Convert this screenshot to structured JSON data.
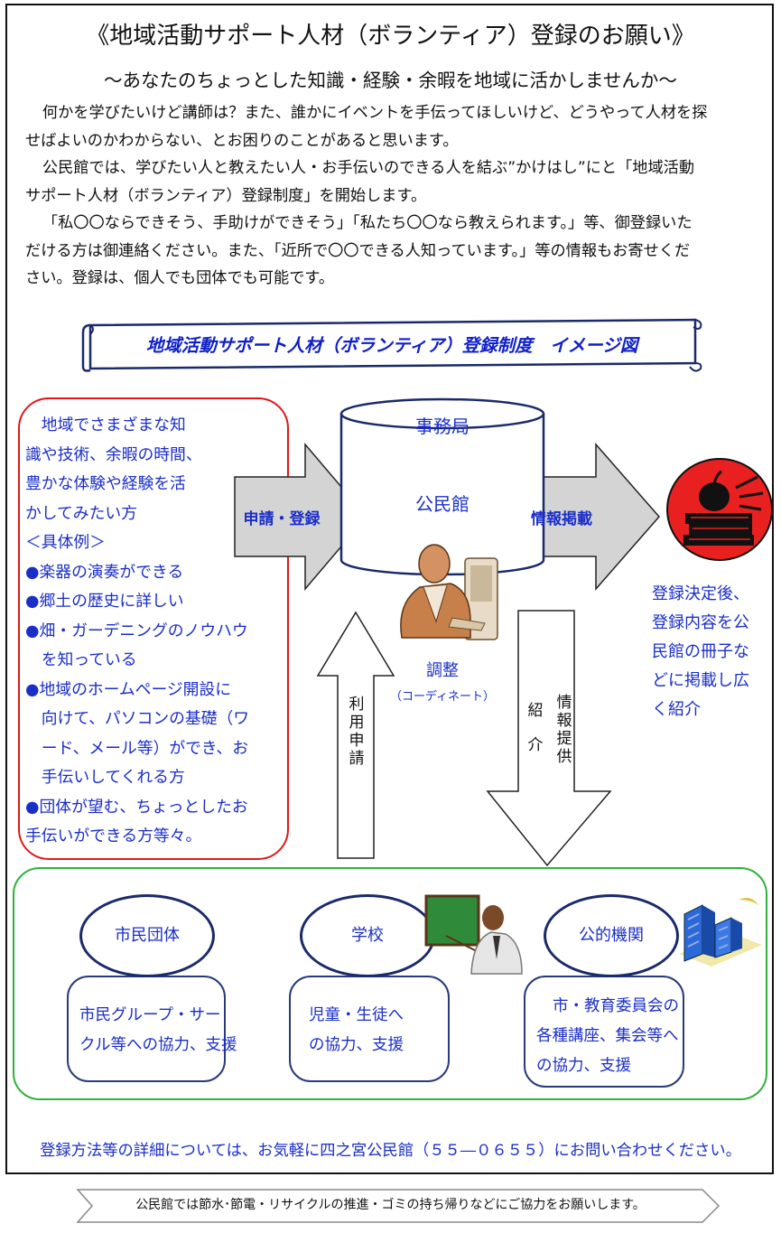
{
  "header": {
    "title": "《地域活動サポート人材（ボランティア）登録のお願い》",
    "subtitle": "～あなたのちょっとした知識・経験・余暇を地域に活かしませんか～"
  },
  "intro": {
    "lines": [
      "何かを学びたいけど講師は？また、誰かにイベントを手伝ってほしいけど、どうやって人材を探",
      "せばよいのかわからない、とお困りのことがあると思います。",
      "公民館では、学びたい人と教えたい人・お手伝いのできる人を結ぶ”かけはし”にと「地域活動",
      "サポート人材（ボランティア）登録制度」を開始します。",
      "「私〇〇ならできそう、手助けができそう」「私たち〇〇なら教えられます。」等、御登録いた",
      "だける方は御連絡ください。また、「近所で〇〇できる人知っています。」等の情報もお寄せくだ",
      "さい。登録は、個人でも団体でも可能です。"
    ]
  },
  "banner": {
    "text": "地域活動サポート人材（ボランティア）登録制度　イメージ図"
  },
  "left_panel": {
    "lines": [
      "　地域でさまざまな知",
      "識や技術、余暇の時間、",
      "豊かな体験や経験を活",
      "かしてみたい方",
      "＜具体例＞",
      "●楽器の演奏ができる",
      "●郷土の歴史に詳しい",
      "●畑・ガーデニングのノウハウ",
      "　を知っている",
      "●地域のホームページ開設に",
      "　向けて、パソコンの基礎（ワ",
      "　ード、メール等）ができ、お",
      "　手伝いしてくれる方",
      "●団体が望む、ちょっとしたお",
      "手伝いができる方等々。"
    ]
  },
  "center": {
    "office_label": "事務局",
    "kominkan_label": "公民館",
    "coordinate_label": "調整",
    "coordinate_sub": "（コーディネート）"
  },
  "arrows": {
    "apply": "申請・登録",
    "publish": "情報掲載",
    "use_request": [
      "利",
      "用",
      "申",
      "請"
    ],
    "intro_col": [
      "紹",
      "介"
    ],
    "info_col": [
      "情",
      "報",
      "提",
      "供"
    ]
  },
  "right_text": {
    "lines": [
      "登録決定後、",
      "登録内容を公",
      "民館の冊子な",
      "どに掲載し広",
      "く紹介"
    ]
  },
  "groups": [
    {
      "name": "市民団体",
      "desc": [
        "市民グループ・サー",
        "クル等への協力、支援"
      ]
    },
    {
      "name": "学校",
      "desc": [
        "児童・生徒へ",
        "の協力、支援"
      ]
    },
    {
      "name": "公的機関",
      "desc": [
        "市・教育委員会の",
        "各種講座、集会等へ",
        "の協力、支援"
      ]
    }
  ],
  "contact": "登録方法等の詳細については、お気軽に四之宮公民館（５５―０６５５）にお問い合わせください。",
  "footer": "公民館では節水･節電・リサイクルの推進・ゴミの持ち帰りなどにご協力をお願いします。",
  "colors": {
    "text_blue": "#1a2ec8",
    "panel_red": "#e01818",
    "panel_green": "#2fb23a",
    "arrow_gray": "#d4d4d4"
  }
}
